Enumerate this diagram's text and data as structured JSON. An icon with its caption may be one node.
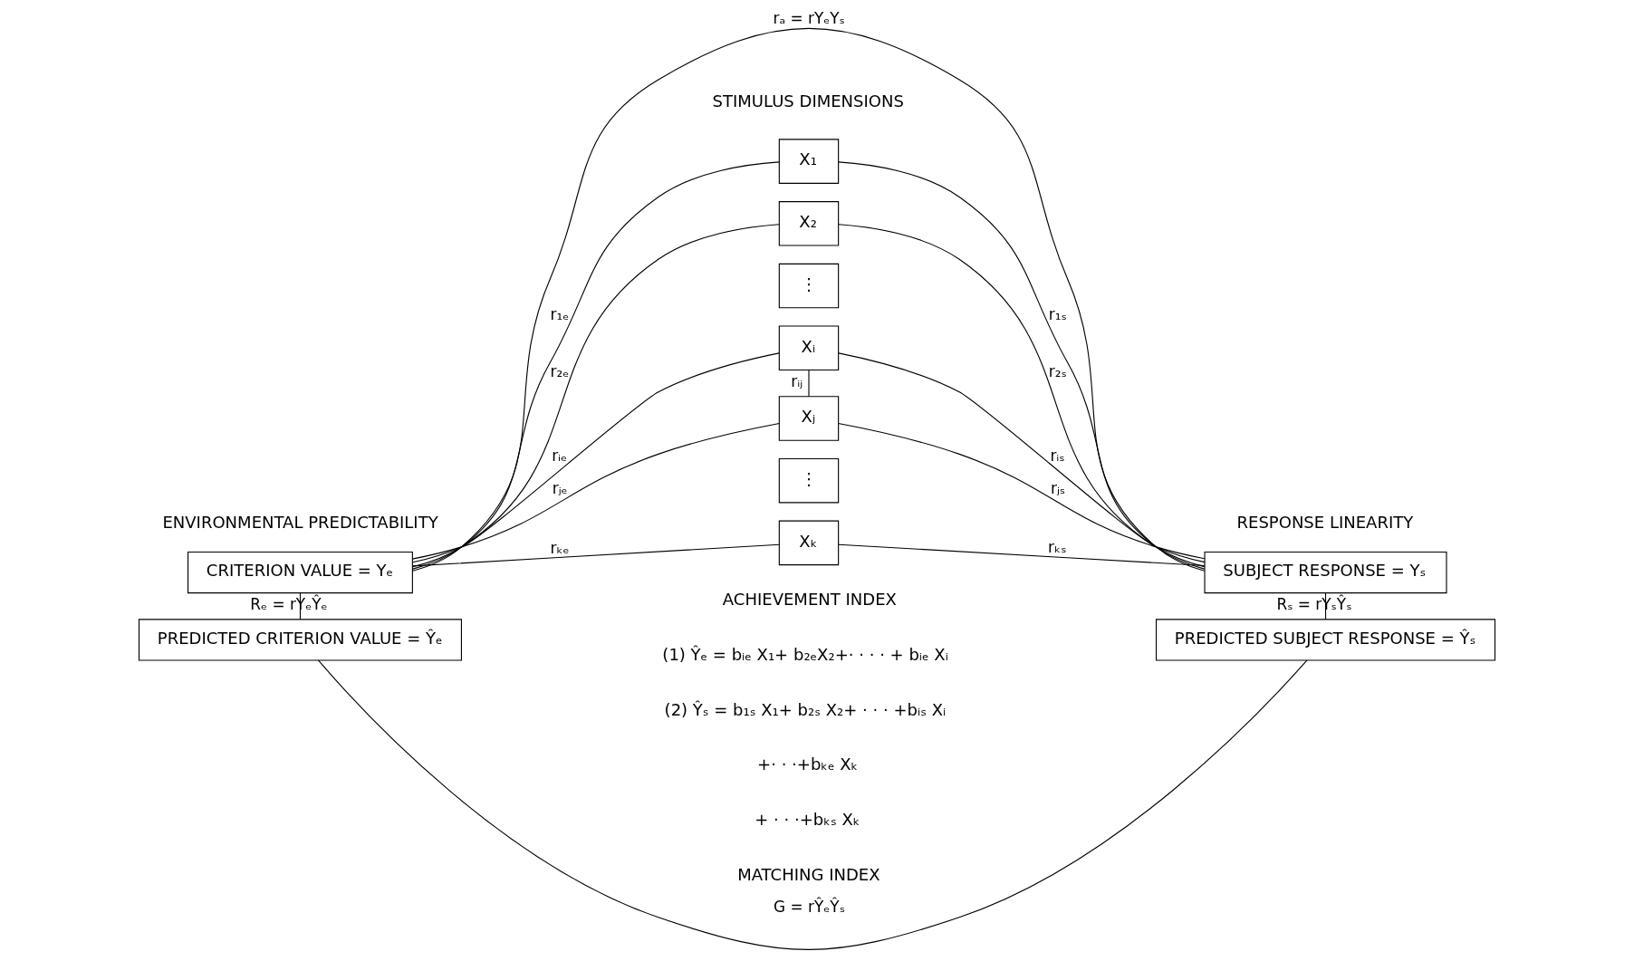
{
  "diagram": {
    "nodes": [
      {
        "text": [
          "X₁"
        ]
      },
      {
        "text": [
          "X₂"
        ]
      },
      {
        "text": [
          "⋮"
        ]
      },
      {
        "text": [
          "Xᵢ"
        ]
      },
      {
        "text": [
          "Xⱼ"
        ]
      },
      {
        "text": [
          "⋮"
        ]
      },
      {
        "text": [
          "Xₖ"
        ]
      },
      {
        "text": [
          "CRITERION VALUE = Yₑ"
        ]
      },
      {
        "text": [
          "PREDICTED CRITERION VALUE = Ŷₑ"
        ]
      },
      {
        "text": [
          "SUBJECT RESPONSE = Yₛ"
        ]
      },
      {
        "text": [
          "PREDICTED SUBJECT RESPONSE = Ŷₛ"
        ]
      }
    ],
    "edges": [
      {
        "from": 7,
        "to": 0,
        "arrow": "none",
        "label": "r₁ₑ"
      },
      {
        "from": 7,
        "to": 1,
        "arrow": "none",
        "label": "r₂ₑ"
      },
      {
        "from": 7,
        "to": 3,
        "arrow": "none",
        "label": "rᵢₑ"
      },
      {
        "from": 7,
        "to": 4,
        "arrow": "none",
        "label": "rⱼₑ"
      },
      {
        "from": 7,
        "to": 6,
        "arrow": "none",
        "label": "rₖₑ"
      },
      {
        "from": 0,
        "to": 9,
        "arrow": "none",
        "label": "r₁ₛ"
      },
      {
        "from": 1,
        "to": 9,
        "arrow": "none",
        "label": "r₂ₛ"
      },
      {
        "from": 3,
        "to": 9,
        "arrow": "none",
        "label": "rᵢₛ"
      },
      {
        "from": 4,
        "to": 9,
        "arrow": "none",
        "label": "rⱼₛ"
      },
      {
        "from": 6,
        "to": 9,
        "arrow": "none",
        "label": "rₖₛ"
      },
      {
        "from": 3,
        "to": 4,
        "arrow": "none",
        "label": "rᵢⱼ"
      },
      {
        "from": 7,
        "to": 8,
        "arrow": "none",
        "label": "Rₑ = rYₑŶₑ"
      },
      {
        "from": 9,
        "to": 10,
        "arrow": "none",
        "label": "Rₛ = rYₛŶₛ"
      },
      {
        "from": 7,
        "to": 9,
        "arrow": "none",
        "label": "rₐ = rYₑYₛ"
      },
      {
        "from": 8,
        "to": 10,
        "arrow": "none",
        "label": "G = rŶₑŶₛ"
      }
    ],
    "labels": [
      "STIMULUS DIMENSIONS",
      "ENVIRONMENTAL PREDICTABILITY",
      "RESPONSE LINEARITY",
      "ACHIEVEMENT INDEX",
      "(1) Ŷₑ = bᵢₑ X₁+ b₂ₑX₂+· · · · + bᵢₑ Xᵢ",
      "(2) Ŷₛ = b₁ₛ X₁+ b₂ₛ X₂+ · · · +bᵢₛ Xᵢ",
      "+· · ·+bₖₑ Xₖ",
      "+ · · ·+bₖₛ Xₖ",
      "MATCHING INDEX"
    ]
  }
}
